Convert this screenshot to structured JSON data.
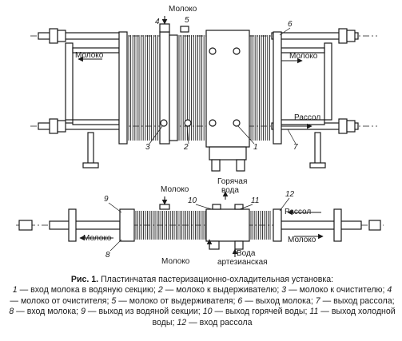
{
  "labels": {
    "milk": "Молоко",
    "brine": "Рассол",
    "hot_water_1": "Горячая",
    "hot_water_2": "вода",
    "artesian_1": "Вода",
    "artesian_2": "артезианская"
  },
  "numbers": [
    "1",
    "2",
    "3",
    "4",
    "5",
    "6",
    "7",
    "8",
    "9",
    "10",
    "11",
    "12"
  ],
  "caption": {
    "title": "Рис. 1.",
    "text": "Пластинчатая пастеризационно-охладительная установка:",
    "items": [
      {
        "n": "1",
        "t": "вход молока в водяную секцию;"
      },
      {
        "n": "2",
        "t": "молоко к выдерживателю;"
      },
      {
        "n": "3",
        "t": "молоко к очистителю;"
      },
      {
        "n": "4",
        "t": "молоко от очистителя;"
      },
      {
        "n": "5",
        "t": "молоко от выдерживателя;"
      },
      {
        "n": "6",
        "t": "выход молока;"
      },
      {
        "n": "7",
        "t": "выход рассола;"
      },
      {
        "n": "8",
        "t": "вход молока;"
      },
      {
        "n": "9",
        "t": "выход из водяной секции;"
      },
      {
        "n": "10",
        "t": "выход горячей воды;"
      },
      {
        "n": "11",
        "t": "выход холодной воды;"
      },
      {
        "n": "12",
        "t": "вход рассола"
      }
    ]
  }
}
